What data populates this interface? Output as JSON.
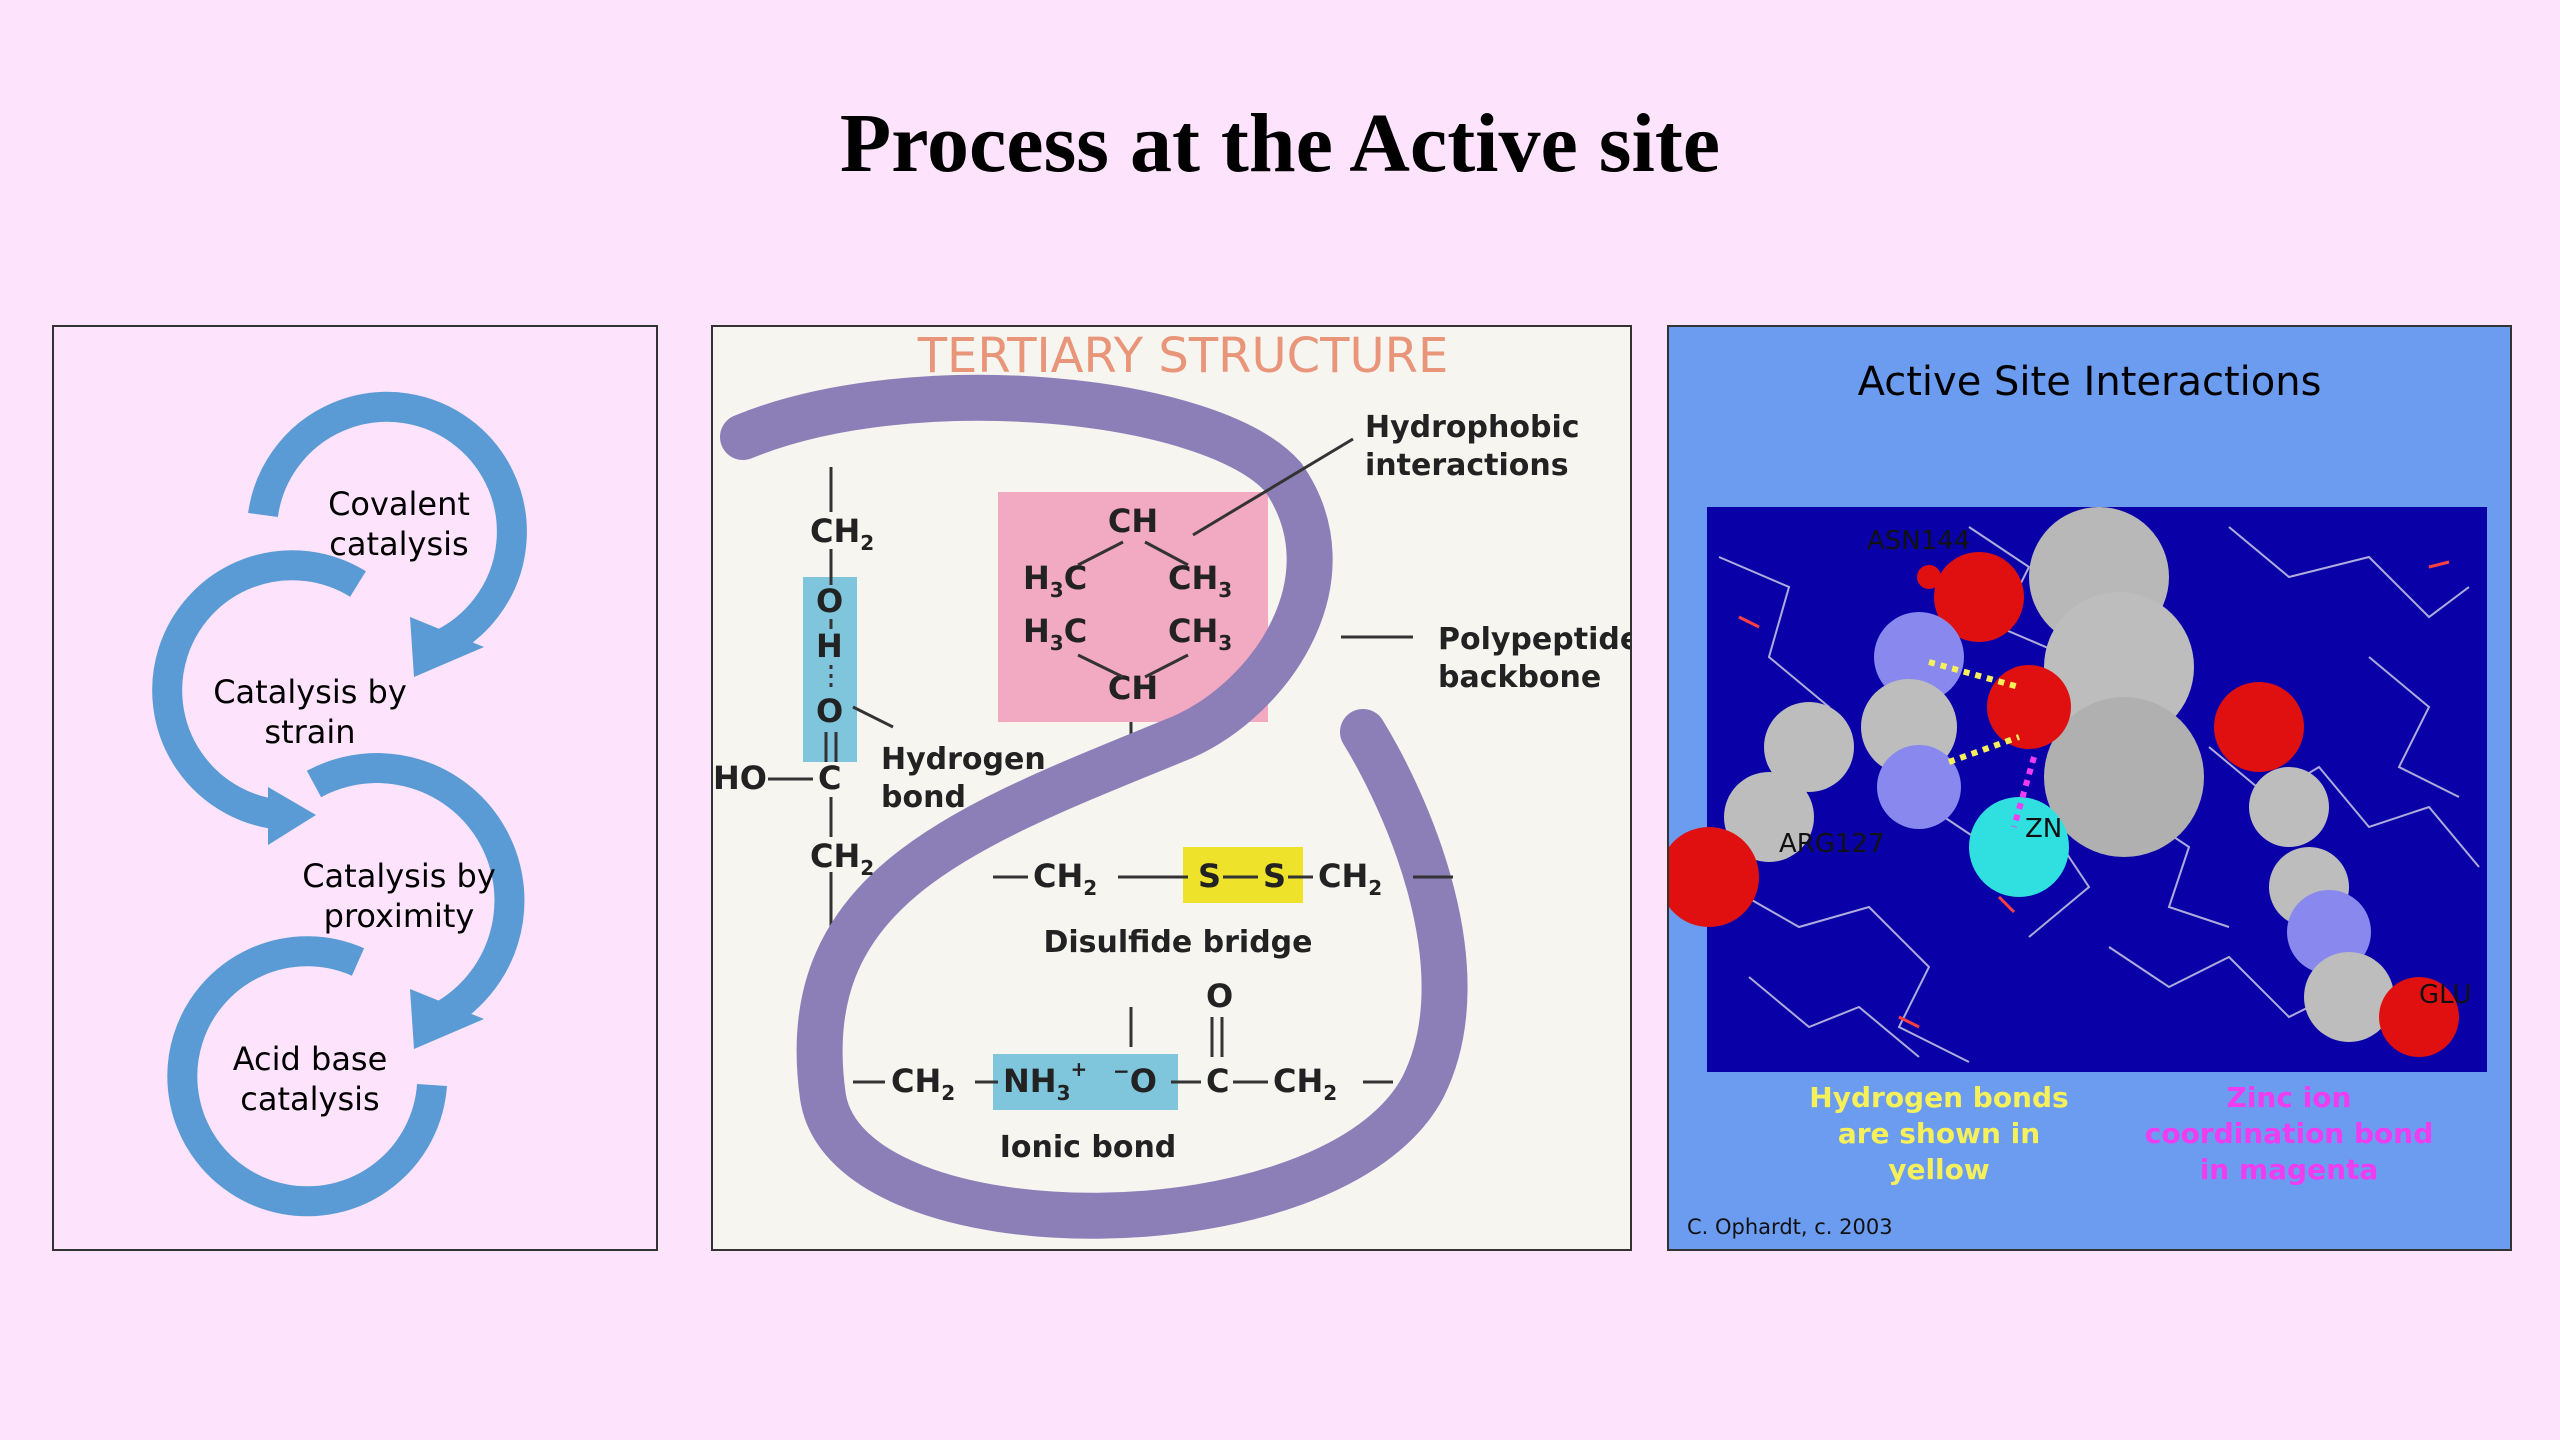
{
  "title": "Process at the Active site",
  "catalysis_cycle": {
    "steps": [
      {
        "line1": "Covalent",
        "line2": "catalysis"
      },
      {
        "line1": "Catalysis by",
        "line2": "strain"
      },
      {
        "line1": "Catalysis by",
        "line2": "proximity"
      },
      {
        "line1": "Acid base",
        "line2": "catalysis"
      }
    ],
    "arrow_color": "#5a9bd5"
  },
  "tertiary": {
    "heading": "TERTIARY STRUCTURE",
    "labels": {
      "hydrophobic": [
        "Hydrophobic",
        "interactions"
      ],
      "backbone": [
        "Polypeptide",
        "backbone"
      ],
      "hbond": [
        "Hydrogen",
        "bond"
      ],
      "disulfide": "Disulfide bridge",
      "ionic": "Ionic bond"
    },
    "colors": {
      "backbone": "#8c7fb8",
      "hydrophobic_box": "#f2a9c2",
      "hbond_box": "#7fc6dd",
      "disulfide_box": "#eee22a",
      "ionic_box": "#7fc6dd"
    }
  },
  "active_site": {
    "heading": "Active Site Interactions",
    "residues": {
      "asn": "ASN144",
      "arg": "ARG127",
      "zn": "ZN",
      "glu": "GLU"
    },
    "legend_hbond": [
      "Hydrogen bonds",
      "are shown in",
      "yellow"
    ],
    "legend_zinc": [
      "Zinc ion",
      "coordination bond",
      "in magenta"
    ],
    "credit": "C. Ophardt, c. 2003",
    "colors": {
      "bg": "#6b9cf0",
      "image_bg": "#0a00a8",
      "hbond_text": "#f6f05a",
      "zinc_text": "#f03cf0"
    }
  }
}
